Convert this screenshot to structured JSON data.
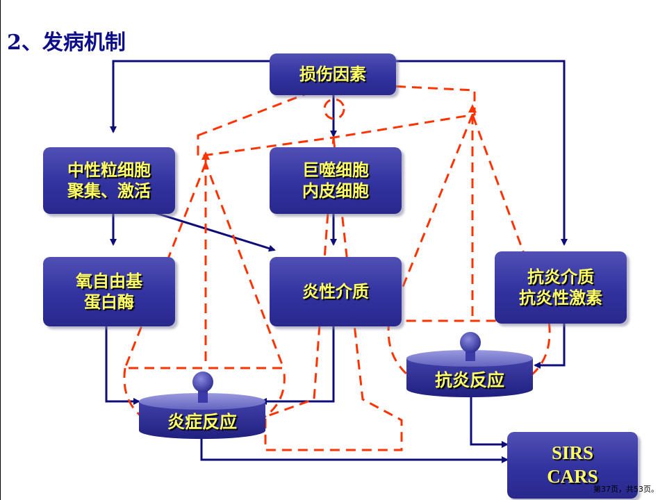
{
  "title": "2、发病机制",
  "nodes": {
    "damage": "损伤因素",
    "neutrophil": [
      "中性粒细胞",
      "聚集、激活"
    ],
    "macrophage": [
      "巨噬细胞",
      "内皮细胞"
    ],
    "radical": [
      "氧自由基",
      "蛋白酶"
    ],
    "mediator": "炎性介质",
    "anti_mediator": [
      "抗炎介质",
      "抗炎性激素"
    ],
    "inflammation": "炎症反应",
    "anti_inflammation": "抗炎反应",
    "outcome": [
      "SIRS",
      "CARS"
    ]
  },
  "page_number": "第37页，共53页。",
  "colors": {
    "box": "#3232a0",
    "box_text": "#ffff66",
    "arrow": "#0d0d7a",
    "dashed": "#ff3300",
    "title": "#0d0d8a"
  }
}
